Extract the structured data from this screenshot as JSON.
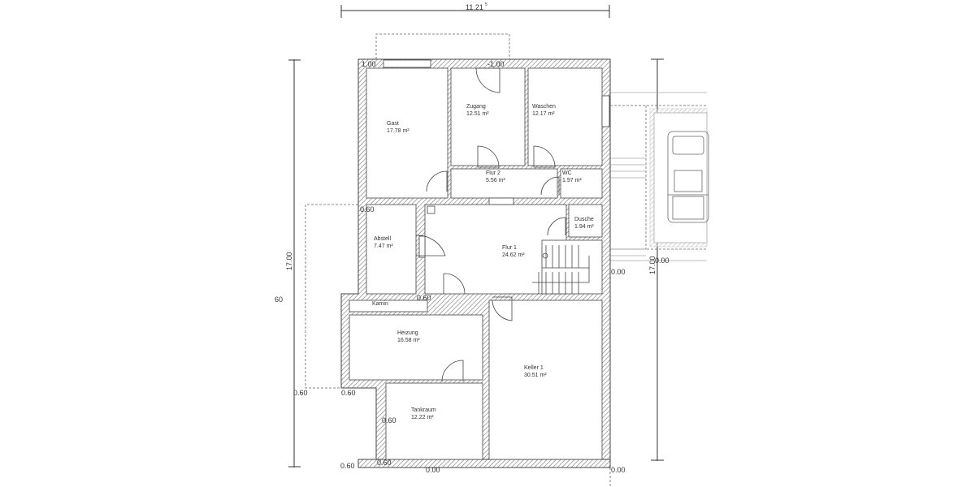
{
  "dimensions": {
    "width_top": "11.21",
    "width_top_sup": "5",
    "height_left": "17.00",
    "height_right": "17.00",
    "left_extra": "60"
  },
  "levels": [
    {
      "text": "1.00"
    },
    {
      "text": "-1.00"
    },
    {
      "text": "0.60"
    },
    {
      "text": "0.60"
    },
    {
      "text": "0.60"
    },
    {
      "text": "0.60"
    },
    {
      "text": "0.60"
    },
    {
      "text": "0.60"
    },
    {
      "text": "0.60"
    },
    {
      "text": "0.00"
    },
    {
      "text": "0.00"
    },
    {
      "text": "0.00"
    },
    {
      "text": "0.00"
    }
  ],
  "rooms": [
    {
      "name": "Gast",
      "area": "17.78 m²"
    },
    {
      "name": "Zugang",
      "area": "12.51 m²"
    },
    {
      "name": "Waschen",
      "area": "12.17 m²"
    },
    {
      "name": "Flur 2",
      "area": "5.56 m²"
    },
    {
      "name": "WC",
      "area": "1.97 m²"
    },
    {
      "name": "Dusche",
      "area": "1.94 m²"
    },
    {
      "name": "Abstell",
      "area": "7.47 m²"
    },
    {
      "name": "Flur 1",
      "area": "24.62 m²"
    },
    {
      "name": "Kamin",
      "area": ""
    },
    {
      "name": "Heizung",
      "area": "16.58 m²"
    },
    {
      "name": "Keller 1",
      "area": "30.51 m²"
    },
    {
      "name": "Tankraum",
      "area": "12.22 m²"
    }
  ],
  "colors": {
    "wall": "#555555",
    "line": "#333333",
    "dashed": "#555555"
  }
}
